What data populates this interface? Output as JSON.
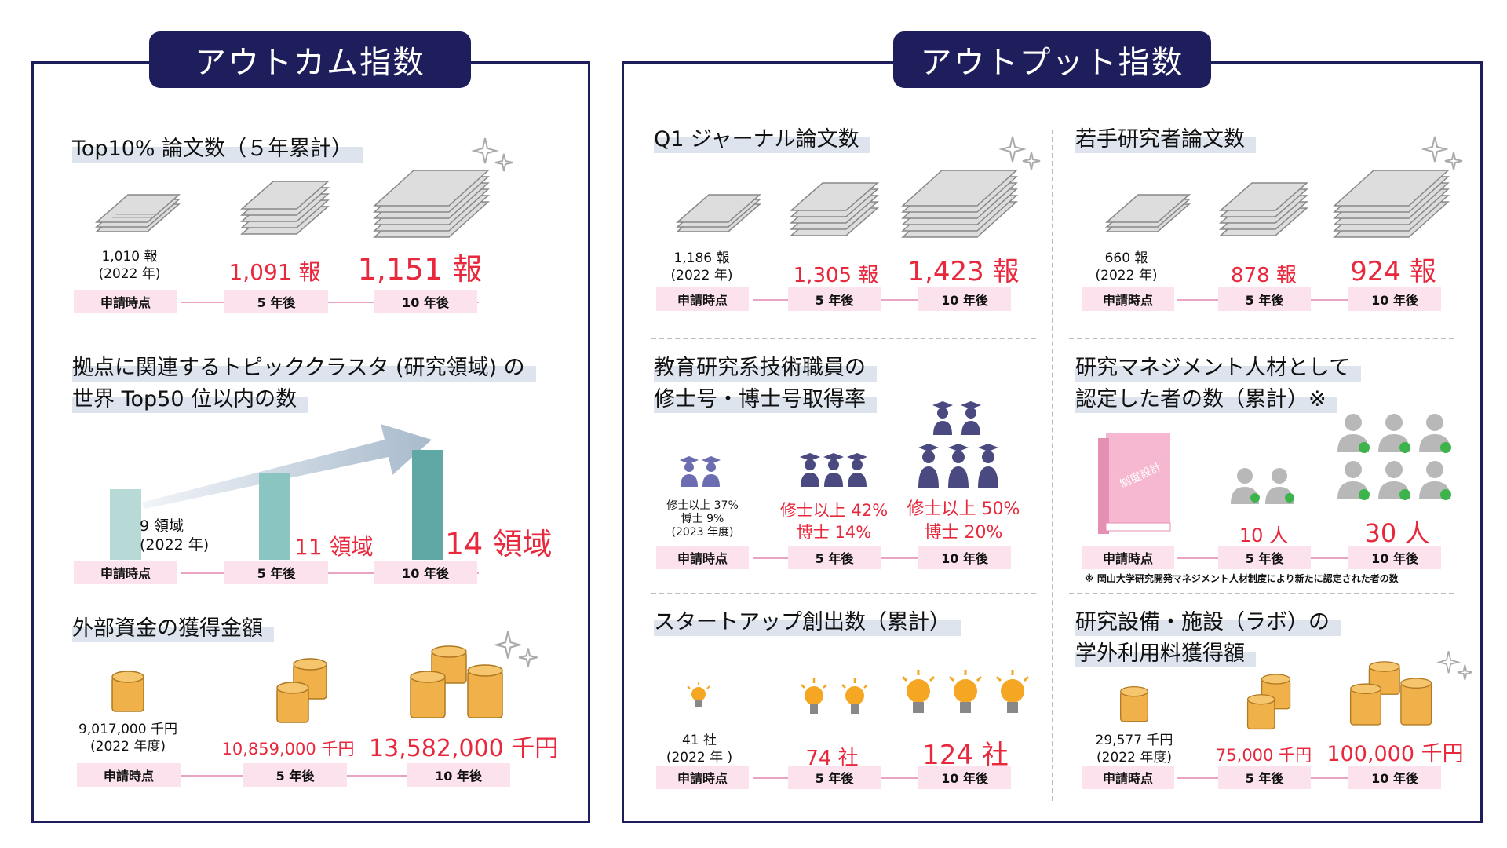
{
  "outcome": {
    "header": "アウトカム指数",
    "top10": {
      "title": "Top10% 論文数（５年累計）",
      "v1": "1,010 報",
      "v1b": "(2022 年)",
      "v2": "1,091 報",
      "v3": "1,151 報",
      "labels": [
        "申請時点",
        "5 年後",
        "10 年後"
      ]
    },
    "cluster": {
      "title1": "拠点に関連するトピッククラスタ (研究領域) の",
      "title2": "世界 Top50 位以内の数",
      "v1": "9 領域",
      "v1b": "(2022 年)",
      "v2": "11 領域",
      "v3": "14 領域",
      "bars": [
        9,
        11,
        14
      ],
      "labels": [
        "申請時点",
        "5 年後",
        "10 年後"
      ]
    },
    "funds": {
      "title": "外部資金の獲得金額",
      "v1": "9,017,000 千円",
      "v1b": "(2022 年度)",
      "v2": "10,859,000 千円",
      "v3": "13,582,000 千円",
      "labels": [
        "申請時点",
        "5 年後",
        "10 年後"
      ]
    }
  },
  "output": {
    "header": "アウトプット指数",
    "q1": {
      "title": "Q1 ジャーナル論文数",
      "v1": "1,186 報",
      "v1b": "(2022 年)",
      "v2": "1,305 報",
      "v3": "1,423 報",
      "labels": [
        "申請時点",
        "5 年後",
        "10 年後"
      ]
    },
    "young": {
      "title": "若手研究者論文数",
      "v1": "660 報",
      "v1b": "(2022 年)",
      "v2": "878 報",
      "v3": "924 報",
      "labels": [
        "申請時点",
        "5 年後",
        "10 年後"
      ]
    },
    "degree": {
      "title1": "教育研究系技術職員の",
      "title2": "修士号・博士号取得率",
      "v1a": "修士以上 37%",
      "v1b": "博士 9%",
      "v1c": "(2023 年度)",
      "v2a": "修士以上 42%",
      "v2b": "博士 14%",
      "v3a": "修士以上 50%",
      "v3b": "博士 20%",
      "labels": [
        "申請時点",
        "5 年後",
        "10 年後"
      ]
    },
    "mgmt": {
      "title1": "研究マネジメント人材として",
      "title2": "認定した者の数（累計）※",
      "book": "制度設計",
      "v2": "10 人",
      "v3": "30 人",
      "note": "※ 岡山大学研究開発マネジメント人材制度により新たに認定された者の数",
      "labels": [
        "申請時点",
        "5 年後",
        "10 年後"
      ]
    },
    "startup": {
      "title": "スタートアップ創出数（累計）",
      "v1": "41 社",
      "v1b": "(2022 年 )",
      "v2": "74 社",
      "v3": "124 社",
      "labels": [
        "申請時点",
        "5 年後",
        "10 年後"
      ]
    },
    "lab": {
      "title1": "研究設備・施設（ラボ）の",
      "title2": "学外利用料獲得額",
      "v1": "29,577 千円",
      "v1b": "(2022 年度)",
      "v2": "75,000 千円",
      "v3": "100,000 千円",
      "labels": [
        "申請時点",
        "5 年後",
        "10 年後"
      ]
    }
  },
  "colors": {
    "navy": "#1e1e5c",
    "red": "#e8283c",
    "pink": "#fbe2ec",
    "teal": "#5fa8a6",
    "coin": "#f0b04a",
    "bulb": "#f5a623",
    "grad": "#4a4a80"
  }
}
